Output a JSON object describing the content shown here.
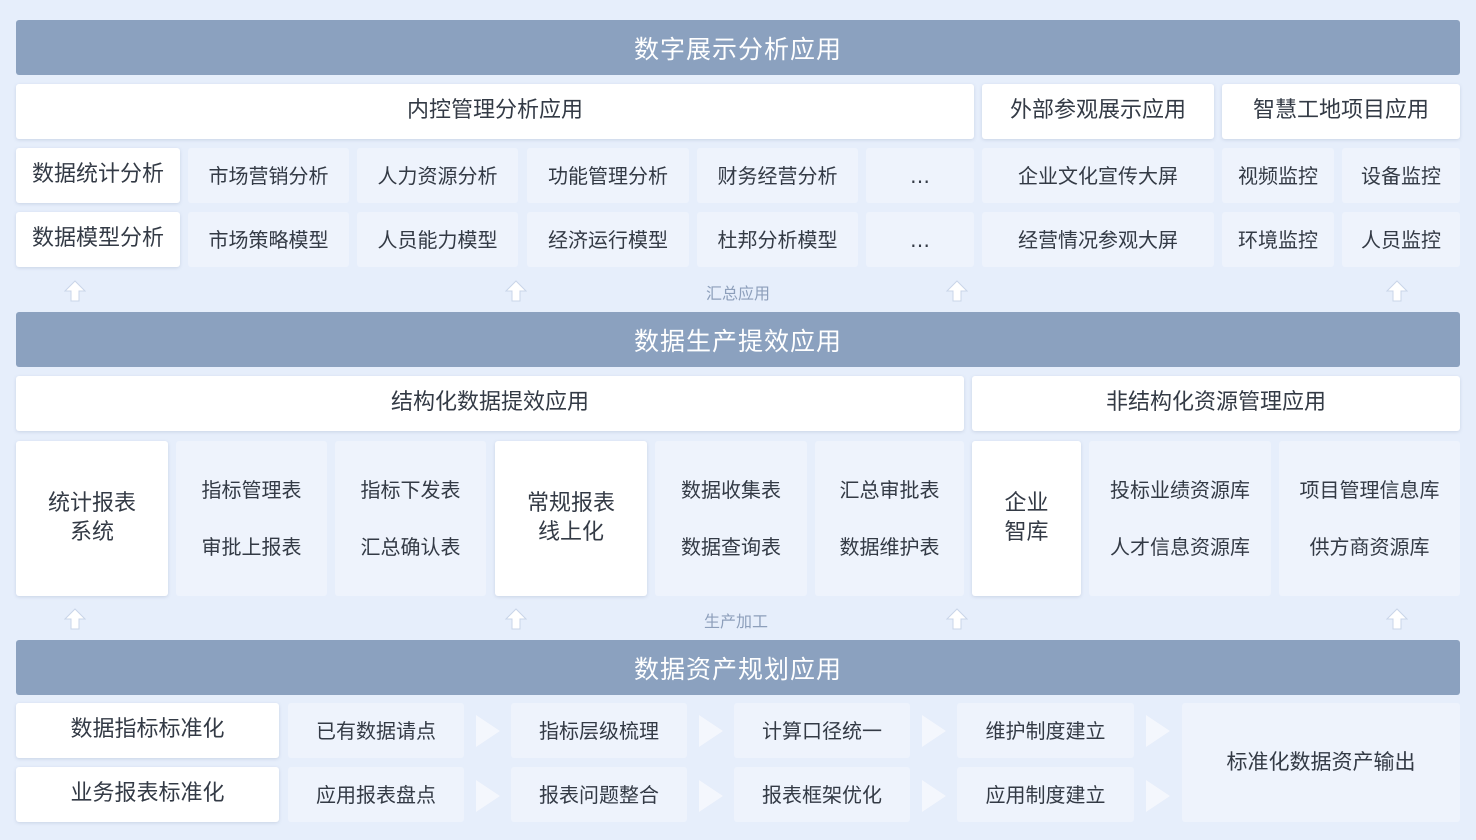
{
  "top": {
    "title": "数字展示分析应用",
    "internal_title": "内控管理分析应用",
    "external_title": "外部参观展示应用",
    "site_title": "智慧工地项目应用",
    "row1": [
      "数据统计分析",
      "市场营销分析",
      "人力资源分析",
      "功能管理分析",
      "财务经营分析",
      "…",
      "企业文化宣传大屏",
      "视频监控",
      "设备监控"
    ],
    "row2": [
      "数据模型分析",
      "市场策略模型",
      "人员能力模型",
      "经济运行模型",
      "杜邦分析模型",
      "…",
      "经营情况参观大屏",
      "环境监控",
      "人员监控"
    ],
    "summary_label": "汇总应用"
  },
  "middle": {
    "title": "数据生产提效应用",
    "structured_title": "结构化数据提效应用",
    "unstructured_title": "非结构化资源管理应用",
    "stat_system": [
      "统计报表",
      "系统"
    ],
    "col1": [
      "指标管理表",
      "审批上报表"
    ],
    "col2": [
      "指标下发表",
      "汇总确认表"
    ],
    "online": [
      "常规报表",
      "线上化"
    ],
    "col3": [
      "数据收集表",
      "数据查询表"
    ],
    "col4": [
      "汇总审批表",
      "数据维护表"
    ],
    "think_tank": [
      "企业",
      "智库"
    ],
    "col5": [
      "投标业绩资源库",
      "人才信息资源库"
    ],
    "col6": [
      "项目管理信息库",
      "供方商资源库"
    ],
    "production_label": "生产加工"
  },
  "bottom": {
    "title": "数据资产规划应用",
    "row1_head": "数据指标标准化",
    "row2_head": "业务报表标准化",
    "row1": [
      "已有数据请点",
      "指标层级梳理",
      "计算口径统一",
      "维护制度建立"
    ],
    "row2": [
      "应用报表盘点",
      "报表问题整合",
      "报表框架优化",
      "应用制度建立"
    ],
    "output": "标准化数据资产输出"
  },
  "colors": {
    "banner": "#8ba1bf",
    "background": "#e6eefb",
    "box": "#eef3fc",
    "white": "#ffffff"
  }
}
